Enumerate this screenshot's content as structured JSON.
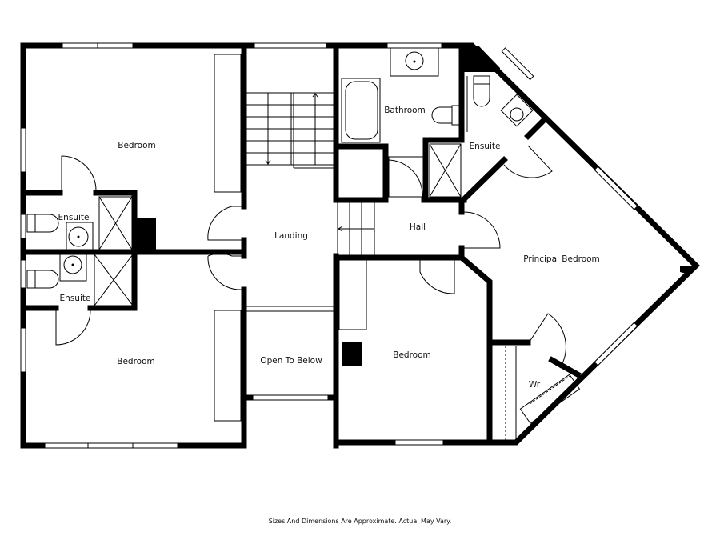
{
  "rooms": {
    "bedroom_top_left": "Bedroom",
    "ensuite_upper": "Ensuite",
    "ensuite_lower": "Ensuite",
    "bedroom_bottom_left": "Bedroom",
    "landing": "Landing",
    "open_to_below": "Open To Below",
    "bathroom": "Bathroom",
    "ensuite_right": "Ensuite",
    "hall": "Hall",
    "principal_bedroom": "Principal Bedroom",
    "bedroom_bottom_right": "Bedroom",
    "wardrobe": "Wr"
  },
  "footer_note": "Sizes And Dimensions Are Approximate. Actual May Vary."
}
